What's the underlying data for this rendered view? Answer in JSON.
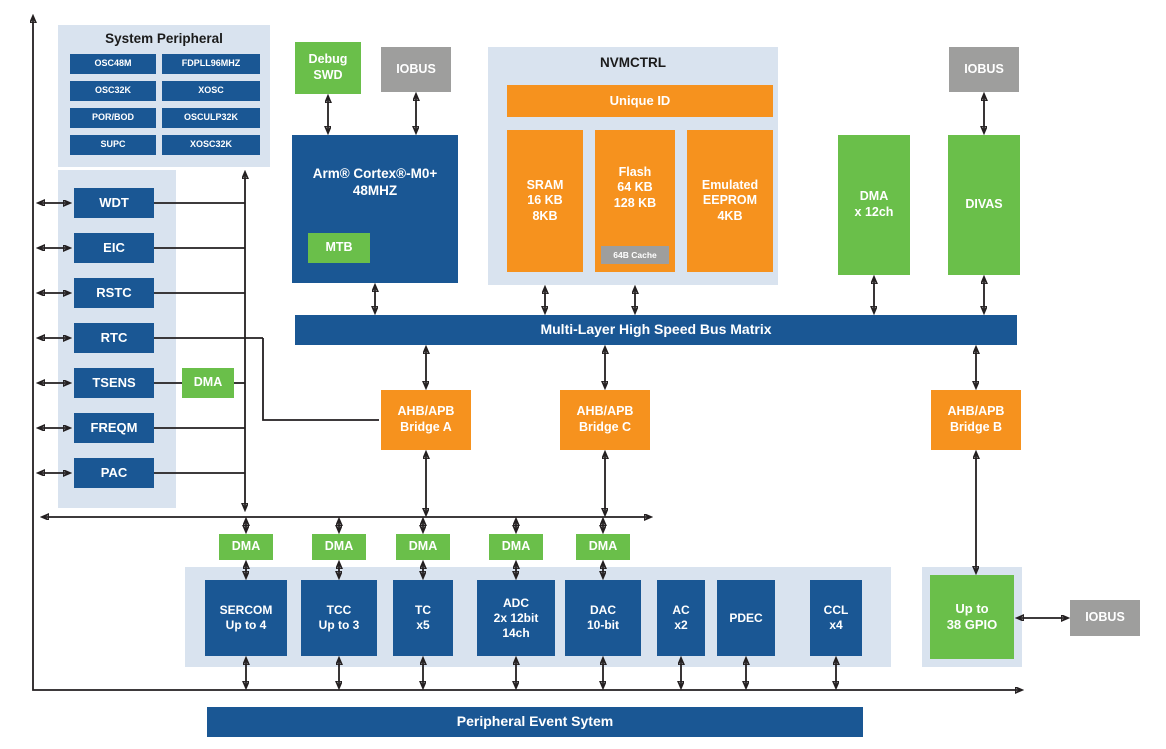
{
  "colors": {
    "dark_blue": "#1a5794",
    "light_blue": "#d9e3ef",
    "green": "#6abf4a",
    "orange": "#f6921e",
    "gray": "#9e9e9d"
  },
  "system_peripheral": {
    "title": "System Peripheral",
    "items": [
      "OSC48M",
      "FDPLL96MHZ",
      "OSC32K",
      "XOSC",
      "POR/BOD",
      "OSCULP32K",
      "SUPC",
      "XOSC32K"
    ]
  },
  "left_peripherals": {
    "items": [
      "WDT",
      "EIC",
      "RSTC",
      "RTC",
      "TSENS",
      "FREQM",
      "PAC"
    ],
    "dma_label": "DMA"
  },
  "cpu": {
    "debug": "Debug\nSWD",
    "iobus": "IOBUS",
    "core": "Arm® Cortex®-M0+\n48MHZ",
    "mtb": "MTB"
  },
  "nvmctrl": {
    "title": "NVMCTRL",
    "unique_id": "Unique ID",
    "sram": "SRAM\n16 KB\n8KB",
    "flash": "Flash\n64 KB\n128 KB",
    "cache": "64B Cache",
    "eeprom": "Emulated\nEEPROM\n4KB"
  },
  "right_blocks": {
    "dma": "DMA\nx 12ch",
    "divas": "DIVAS",
    "iobus": "IOBUS"
  },
  "bus_matrix": "Multi-Layer High Speed Bus Matrix",
  "bridges": {
    "a": "AHB/APB\nBridge A",
    "c": "AHB/APB\nBridge C",
    "b": "AHB/APB\nBridge B"
  },
  "dma_row": [
    "DMA",
    "DMA",
    "DMA",
    "DMA",
    "DMA"
  ],
  "peripherals": [
    "SERCOM\nUp to 4",
    "TCC\nUp to 3",
    "TC\nx5",
    "ADC\n2x 12bit\n14ch",
    "DAC\n10-bit",
    "AC\nx2",
    "PDEC",
    "CCL\nx4"
  ],
  "gpio": {
    "label": "Up to\n38 GPIO",
    "iobus": "IOBUS"
  },
  "event_system": "Peripheral Event Sytem"
}
